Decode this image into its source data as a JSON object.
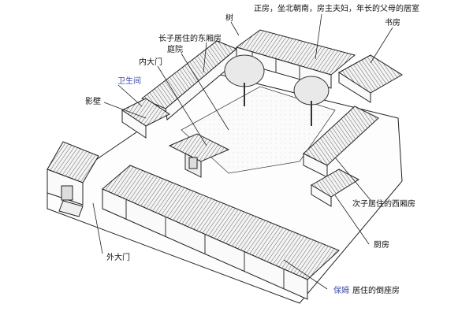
{
  "labels": {
    "main_room": "正房，坐北朝南，房主夫妇，年长的父母的居室",
    "tree": "树",
    "study": "书房",
    "east_wing": "长子居住的东厢房",
    "courtyard": "庭院",
    "inner_gate": "内大门",
    "toilet": "卫生间",
    "screen_wall": "影壁",
    "west_wing": "次子居住的西厢房",
    "kitchen": "厨房",
    "outer_gate": "外大门",
    "nanny_prefix": "保姆",
    "servant_room": "居住的倒座房"
  },
  "colors": {
    "line": "#222222",
    "roof_fill": "#f2f2f2",
    "wall_fill": "#fafafa",
    "accent_blue": "#3b4aa8"
  }
}
